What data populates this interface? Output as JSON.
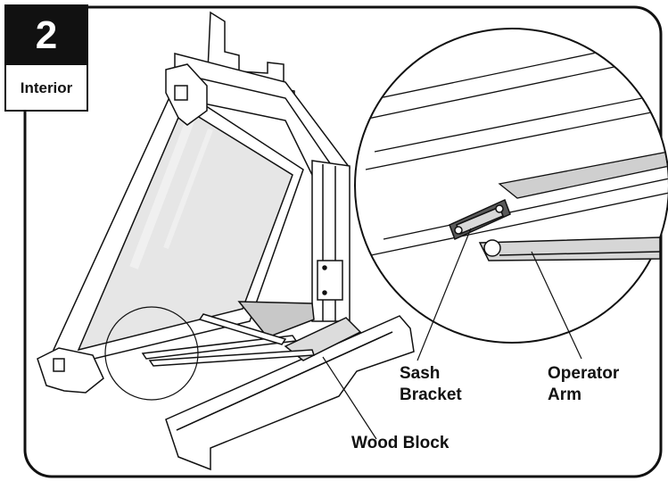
{
  "step": {
    "number": "2",
    "view": "Interior"
  },
  "callouts": {
    "sash_bracket": [
      "Sash",
      "Bracket"
    ],
    "operator_arm": [
      "Operator",
      "Arm"
    ],
    "wood_block": "Wood Block"
  }
}
